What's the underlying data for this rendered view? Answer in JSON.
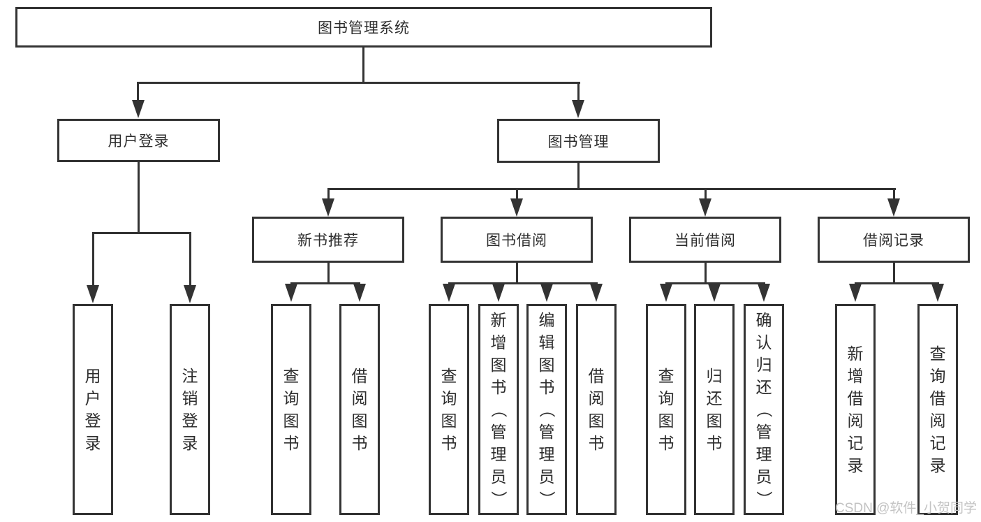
{
  "diagram": {
    "type": "functional-structure-tree",
    "title": "图书管理系统",
    "colors": {
      "line": "#333333",
      "text": "#2d2d2d",
      "background": "#ffffff",
      "watermark": "#c3c3c3"
    },
    "root": {
      "label": "图书管理系统"
    },
    "level2": [
      {
        "label": "用户登录"
      },
      {
        "label": "图书管理"
      }
    ],
    "level3": [
      {
        "label": "新书推荐",
        "parent": "图书管理"
      },
      {
        "label": "图书借阅",
        "parent": "图书管理"
      },
      {
        "label": "当前借阅",
        "parent": "图书管理"
      },
      {
        "label": "借阅记录",
        "parent": "图书管理"
      }
    ],
    "leaves": [
      {
        "label": "用户登录",
        "parent": "用户登录"
      },
      {
        "label": "注销登录",
        "parent": "用户登录"
      },
      {
        "label": "查询图书",
        "parent": "新书推荐"
      },
      {
        "label": "借阅图书",
        "parent": "新书推荐"
      },
      {
        "label": "查询图书",
        "parent": "图书借阅"
      },
      {
        "label": "新增图书（管理员）",
        "parent": "图书借阅"
      },
      {
        "label": "编辑图书（管理员）",
        "parent": "图书借阅"
      },
      {
        "label": "借阅图书",
        "parent": "图书借阅"
      },
      {
        "label": "查询图书",
        "parent": "当前借阅"
      },
      {
        "label": "归还图书",
        "parent": "当前借阅"
      },
      {
        "label": "确认归还（管理员）",
        "parent": "当前借阅"
      },
      {
        "label": "新增借阅记录",
        "parent": "借阅记录"
      },
      {
        "label": "查询借阅记录",
        "parent": "借阅记录"
      }
    ],
    "watermark": "CSDN @软件_小贺同学"
  }
}
